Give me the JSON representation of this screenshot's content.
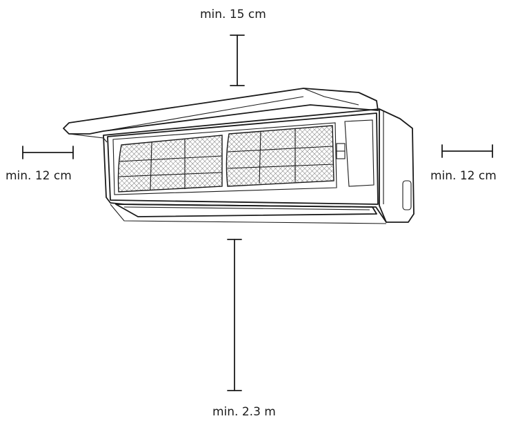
{
  "diagram": {
    "labels": {
      "top": "min. 15 cm",
      "left": "min. 12 cm",
      "right": "min. 12 cm",
      "bottom": "min. 2.3 m"
    },
    "colors": {
      "ink": "#1a1a1a",
      "background": "#ffffff"
    },
    "icons": {
      "unit": "air-conditioner-indoor-unit-icon"
    }
  }
}
